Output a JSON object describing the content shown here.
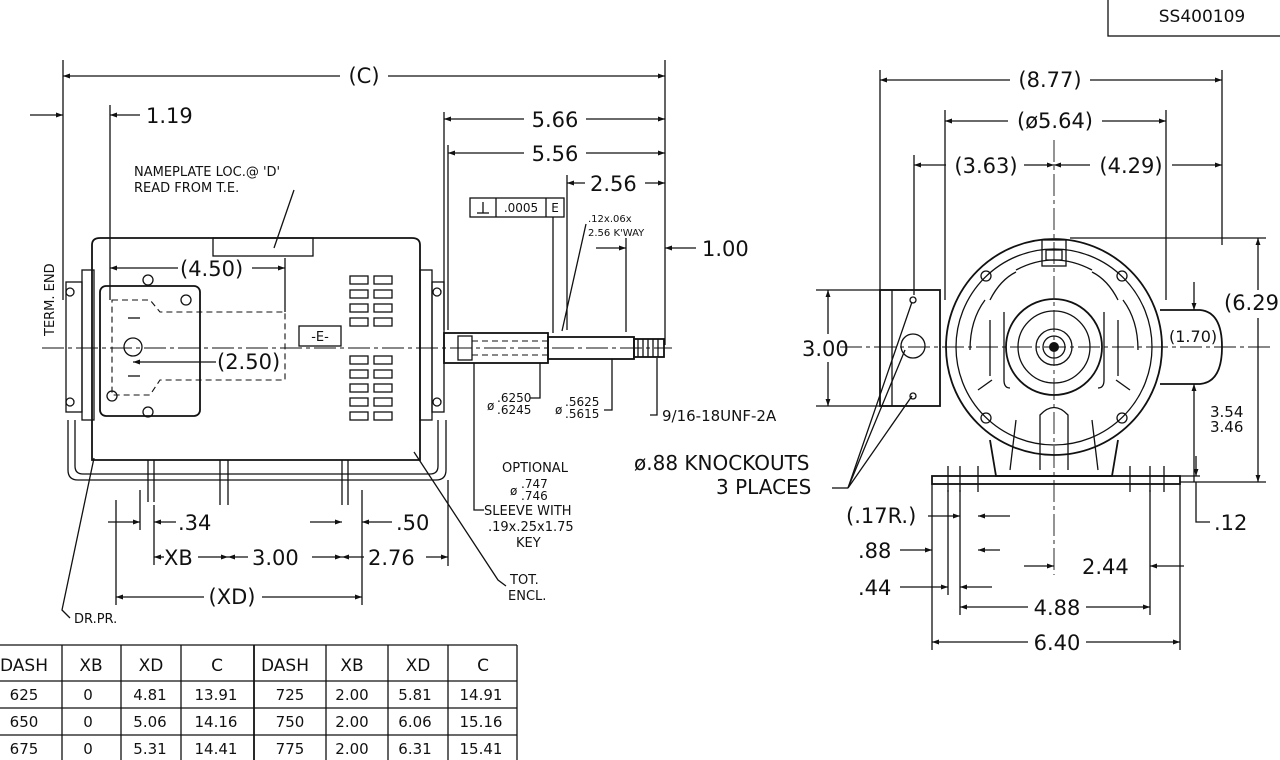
{
  "drawing_number": "SS400109",
  "side_view": {
    "dim_c": "(C)",
    "dim_1_19": "1.19",
    "dim_5_66": "5.66",
    "dim_5_56": "5.56",
    "dim_2_56": "2.56",
    "dim_1_00": "1.00",
    "dim_4_50": "(4.50)",
    "dim_2_50": "(2.50)",
    "dim_34": ".34",
    "dim_50": ".50",
    "dim_xb": "XB",
    "dim_3_00": "3.00",
    "dim_2_76": "2.76",
    "dim_xd": "(XD)",
    "nameplate_line1": "NAMEPLATE LOC.@ 'D'",
    "nameplate_line2": "READ FROM T.E.",
    "term_end": "TERM. END",
    "datum_e": "-E-",
    "tolerance_value": ".0005",
    "tolerance_datum": "E",
    "keyway_line1": ".12x.06x",
    "keyway_line2": "2.56 K'WAY",
    "shaft_dia_prefix": "ø",
    "shaft_dia_upper": ".6250",
    "shaft_dia_lower": ".6245",
    "step_dia_upper": ".5625",
    "step_dia_lower": ".5615",
    "thread": "9/16-18UNF-2A",
    "optional_title": "OPTIONAL",
    "optional_dia_upper": ".747",
    "optional_dia_lower": ".746",
    "optional_line1": "SLEEVE WITH",
    "optional_line2": ".19x.25x1.75",
    "optional_line3": "KEY",
    "tot_encl_line1": "TOT.",
    "tot_encl_line2": "ENCL.",
    "dr_pr": "DR.PR."
  },
  "end_view": {
    "dim_8_77": "(8.77)",
    "dim_5_64": "(ø5.64)",
    "dim_3_63": "(3.63)",
    "dim_4_29": "(4.29)",
    "dim_6_29": "(6.29",
    "dim_3_00": "3.00",
    "dim_1_70": "(1.70)",
    "dim_3_54": "3.54",
    "dim_3_46": "3.46",
    "dim_12": ".12",
    "knockouts_line1": "ø.88 KNOCKOUTS",
    "knockouts_line2": "3 PLACES",
    "dim_17r": "(.17R.)",
    "dim_88": ".88",
    "dim_44": ".44",
    "dim_2_44": "2.44",
    "dim_4_88": "4.88",
    "dim_6_40": "6.40"
  },
  "table": {
    "headers": [
      "DASH",
      "XB",
      "XD",
      "C",
      "DASH",
      "XB",
      "XD",
      "C"
    ],
    "rows": [
      [
        "625",
        "0",
        "4.81",
        "13.91",
        "725",
        "2.00",
        "5.81",
        "14.91"
      ],
      [
        "650",
        "0",
        "5.06",
        "14.16",
        "750",
        "2.00",
        "6.06",
        "15.16"
      ],
      [
        "675",
        "0",
        "5.31",
        "14.41",
        "775",
        "2.00",
        "6.31",
        "15.41"
      ]
    ]
  }
}
